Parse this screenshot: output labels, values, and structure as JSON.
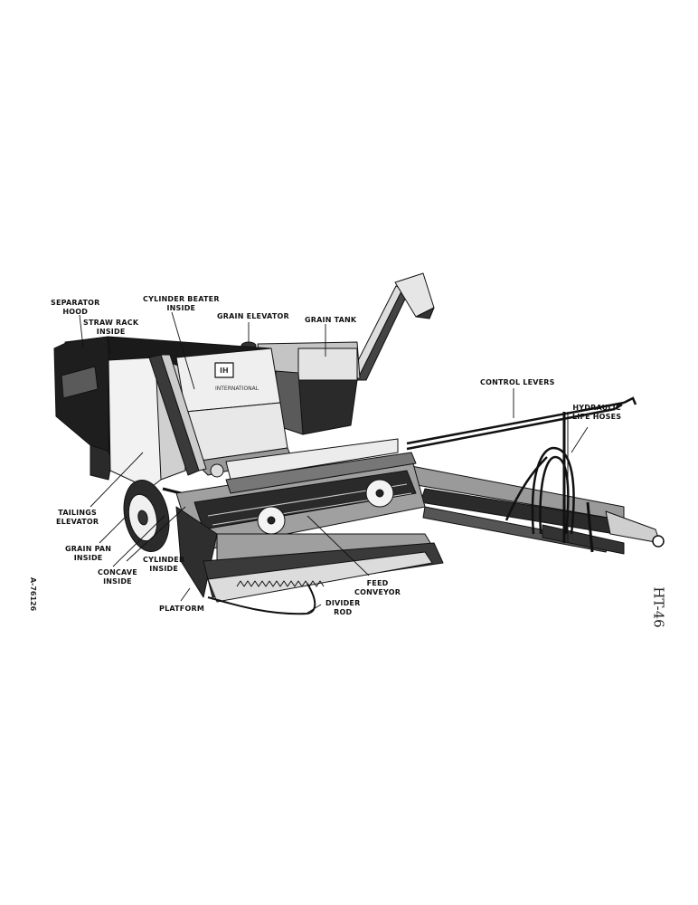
{
  "colors": {
    "ink": "#111111",
    "paper": "#ffffff",
    "body_dark": "#1c1c1c",
    "body_mid": "#8a8a8a",
    "body_light": "#d9d9d9"
  },
  "labels": {
    "separator_hood": [
      "SEPARATOR",
      "HOOD"
    ],
    "straw_rack": [
      "STRAW RACK",
      "INSIDE"
    ],
    "cylinder_beater": [
      "CYLINDER BEATER",
      "INSIDE"
    ],
    "grain_elevator": [
      "GRAIN ELEVATOR"
    ],
    "grain_tank": [
      "GRAIN TANK"
    ],
    "control_levers": [
      "CONTROL LEVERS"
    ],
    "hydraulic_hoses": [
      "HYDRAULIC",
      "LIFE HOSES"
    ],
    "tailings_elevator": [
      "TAILINGS",
      "ELEVATOR"
    ],
    "grain_pan": [
      "GRAIN PAN",
      "INSIDE"
    ],
    "cylinder": [
      "CYLINDER",
      "INSIDE"
    ],
    "concave": [
      "CONCAVE",
      "INSIDE"
    ],
    "feed_conveyor": [
      "FEED",
      "CONVEYOR"
    ],
    "divider_rod": [
      "DIVIDER",
      "ROD"
    ],
    "platform": [
      "PLATFORM"
    ]
  },
  "side_code": "A-76126",
  "plate_code": "HT-46",
  "decal": {
    "logo": "IH",
    "maker": "INTERNATIONAL"
  }
}
